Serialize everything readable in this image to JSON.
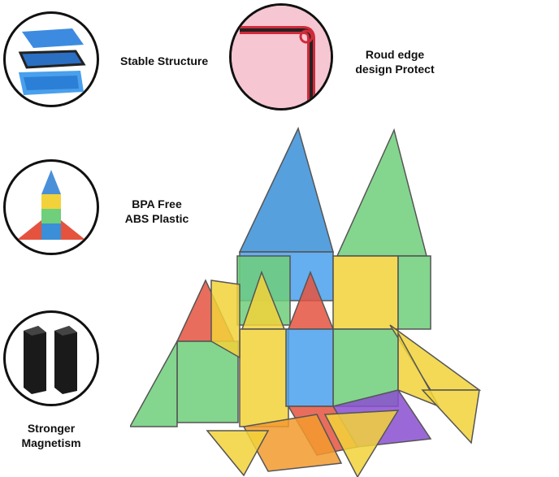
{
  "features": [
    {
      "label_lines": [
        "Stable Structure"
      ],
      "icon": "stacked-tiles-icon"
    },
    {
      "label_lines": [
        "Roud edge",
        "design Protect"
      ],
      "icon": "rounded-corner-icon"
    },
    {
      "label_lines": [
        "BPA Free",
        "ABS Plastic"
      ],
      "icon": "rocket-tiles-icon"
    },
    {
      "label_lines": [
        "Stronger",
        "Magnetism"
      ],
      "icon": "magnet-bars-icon"
    }
  ],
  "colors": {
    "blue": "#3a8fd8",
    "green": "#6fcf7a",
    "yellow": "#f2d23a",
    "red": "#e5533f",
    "purple": "#8a4fd0",
    "orange": "#f39a2e"
  }
}
